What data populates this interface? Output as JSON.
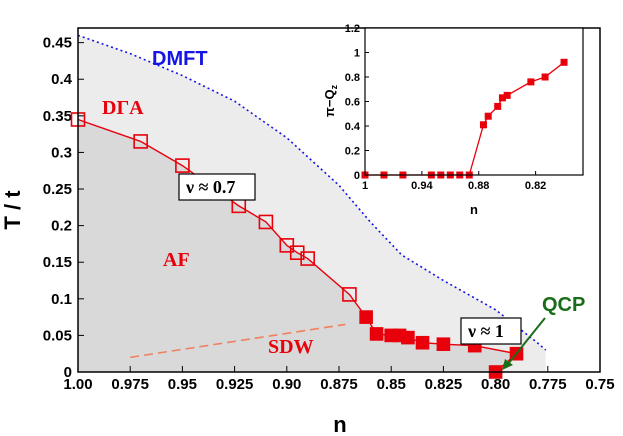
{
  "chart_data": [
    {
      "type": "line",
      "xlabel": "n",
      "ylabel": "T / t",
      "xlim": [
        1.0,
        0.75
      ],
      "ylim": [
        0,
        0.47
      ],
      "x_ticks": [
        "1.00",
        "0.975",
        "0.95",
        "0.925",
        "0.90",
        "0.875",
        "0.85",
        "0.825",
        "0.80",
        "0.775",
        "0.75"
      ],
      "y_ticks": [
        "0",
        "0.05",
        "0.1",
        "0.15",
        "0.2",
        "0.25",
        "0.3",
        "0.35",
        "0.4",
        "0.45"
      ],
      "series": [
        {
          "name": "DΓA",
          "color": "#e8000b",
          "marker_open": "open-square",
          "marker_filled": "filled-square",
          "points": [
            {
              "x": 1.0,
              "y": 0.345,
              "filled": false
            },
            {
              "x": 0.97,
              "y": 0.315,
              "filled": false
            },
            {
              "x": 0.95,
              "y": 0.282,
              "filled": false
            },
            {
              "x": 0.923,
              "y": 0.227,
              "filled": false
            },
            {
              "x": 0.91,
              "y": 0.205,
              "filled": false
            },
            {
              "x": 0.9,
              "y": 0.173,
              "filled": false
            },
            {
              "x": 0.895,
              "y": 0.163,
              "filled": false
            },
            {
              "x": 0.89,
              "y": 0.155,
              "filled": false
            },
            {
              "x": 0.87,
              "y": 0.106,
              "filled": false
            },
            {
              "x": 0.862,
              "y": 0.075,
              "filled": true
            },
            {
              "x": 0.857,
              "y": 0.052,
              "filled": true
            },
            {
              "x": 0.85,
              "y": 0.05,
              "filled": true
            },
            {
              "x": 0.846,
              "y": 0.05,
              "filled": true
            },
            {
              "x": 0.842,
              "y": 0.047,
              "filled": true
            },
            {
              "x": 0.835,
              "y": 0.04,
              "filled": true
            },
            {
              "x": 0.825,
              "y": 0.038,
              "filled": true
            },
            {
              "x": 0.81,
              "y": 0.036,
              "filled": true
            },
            {
              "x": 0.79,
              "y": 0.025,
              "filled": true
            },
            {
              "x": 0.8,
              "y": 0.0,
              "filled": true
            }
          ]
        },
        {
          "name": "DMFT",
          "color": "#1414e6",
          "style": "dotted",
          "points": [
            {
              "x": 1.0,
              "y": 0.46
            },
            {
              "x": 0.975,
              "y": 0.435
            },
            {
              "x": 0.95,
              "y": 0.405
            },
            {
              "x": 0.925,
              "y": 0.37
            },
            {
              "x": 0.9,
              "y": 0.32
            },
            {
              "x": 0.875,
              "y": 0.255
            },
            {
              "x": 0.86,
              "y": 0.205
            },
            {
              "x": 0.845,
              "y": 0.16
            },
            {
              "x": 0.825,
              "y": 0.125
            },
            {
              "x": 0.8,
              "y": 0.085
            },
            {
              "x": 0.78,
              "y": 0.04
            },
            {
              "x": 0.776,
              "y": 0.03
            }
          ]
        },
        {
          "name": "SDW",
          "color": "#f08060",
          "style": "dashed",
          "points": [
            {
              "x": 0.975,
              "y": 0.02
            },
            {
              "x": 0.872,
              "y": 0.065
            }
          ]
        }
      ],
      "annotations": [
        {
          "text": "DMFT",
          "color": "#1414e6"
        },
        {
          "text": "DΓA",
          "color": "#e8000b"
        },
        {
          "text": "AF",
          "color": "#e8000b"
        },
        {
          "text": "SDW",
          "color": "#e8000b"
        },
        {
          "text": "QCP",
          "color": "#1a6e1a"
        },
        {
          "text": "ν ≈ 0.7",
          "boxed": true
        },
        {
          "text": "ν ≈ 1",
          "boxed": true
        }
      ],
      "regions": [
        {
          "name": "AF-region",
          "color": "#d9d9d9"
        },
        {
          "name": "paramagnetic-region",
          "color": "#ececec"
        }
      ]
    },
    {
      "type": "line",
      "title": "inset",
      "xlabel": "n",
      "ylabel": "π−Q_z",
      "xlim": [
        1.0,
        0.77
      ],
      "ylim": [
        0,
        1.2
      ],
      "x_ticks": [
        "1",
        "0.94",
        "0.88",
        "0.82"
      ],
      "y_ticks": [
        "0",
        "0.2",
        "0.4",
        "0.6",
        "0.8",
        "1",
        "1.2"
      ],
      "series": [
        {
          "name": "π−Q_z",
          "color": "#e8000b",
          "points": [
            {
              "x": 1.0,
              "y": 0.0
            },
            {
              "x": 0.98,
              "y": 0.0
            },
            {
              "x": 0.96,
              "y": 0.0
            },
            {
              "x": 0.93,
              "y": 0.0
            },
            {
              "x": 0.92,
              "y": 0.0
            },
            {
              "x": 0.91,
              "y": 0.0
            },
            {
              "x": 0.9,
              "y": 0.0
            },
            {
              "x": 0.89,
              "y": 0.0
            },
            {
              "x": 0.875,
              "y": 0.41
            },
            {
              "x": 0.87,
              "y": 0.48
            },
            {
              "x": 0.86,
              "y": 0.56
            },
            {
              "x": 0.855,
              "y": 0.63
            },
            {
              "x": 0.85,
              "y": 0.65
            },
            {
              "x": 0.825,
              "y": 0.76
            },
            {
              "x": 0.81,
              "y": 0.8
            },
            {
              "x": 0.79,
              "y": 0.92
            }
          ]
        }
      ]
    }
  ],
  "labels": {
    "main_xlabel": "n",
    "main_ylabel": "T / t",
    "inset_xlabel": "n",
    "inset_ylabel_main": "π−Q",
    "inset_ylabel_sub": "z",
    "dmft": "DMFT",
    "dga": "DΓA",
    "af": "AF",
    "sdw": "SDW",
    "qcp": "QCP",
    "nu07": "ν ≈ 0.7",
    "nu1": "ν ≈ 1"
  }
}
